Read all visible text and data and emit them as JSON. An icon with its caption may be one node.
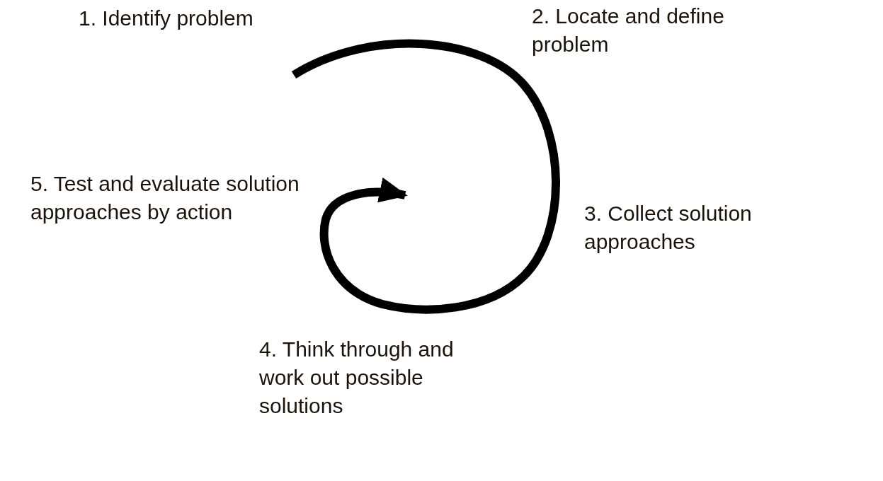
{
  "diagram": {
    "labels": [
      "1. Identify problem",
      "2. Locate and define problem",
      "3. Collect solution approaches",
      "4. Think through and work out possible solutions",
      "5. Test and evaluate solution approaches by action"
    ]
  }
}
